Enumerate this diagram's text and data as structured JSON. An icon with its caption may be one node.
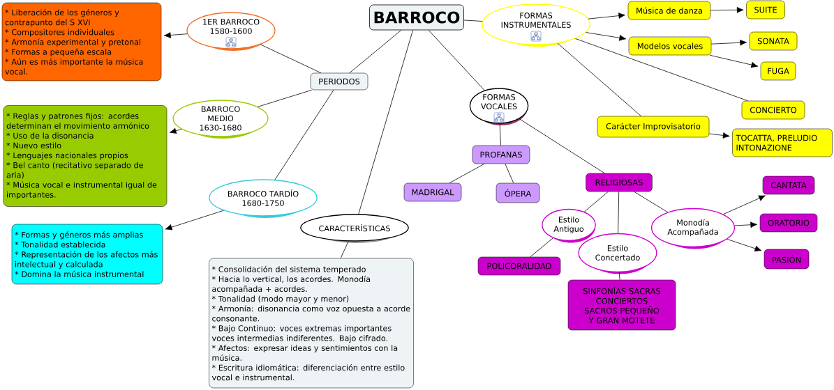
{
  "diagram": {
    "nodes": [
      {
        "text": [
          "BARROCO"
        ]
      },
      {
        "text": [
          "PERIODOS"
        ]
      },
      {
        "text": [
          "1ER BARROCO 1580-1600"
        ]
      },
      {
        "text": [
          "* Liberación de los géneros y contrapunto del S XVI",
          "* Compositores individuales",
          "* Armonía experimental y pretonal",
          "* Formas a pequeña escala",
          "* Aún es más importante la música vocal."
        ]
      },
      {
        "text": [
          "BARROCO MEDIO 1630-1680"
        ]
      },
      {
        "text": [
          "* Reglas y patrones fijos: acordes determinan el movimiento armónico",
          "* Uso de la disonancia",
          "* Nuevo estilo",
          "* Lenguajes nacionales propios",
          "* Bel canto (recitativo separado de aria)",
          "* Música vocal e instrumental igual de importantes."
        ]
      },
      {
        "text": [
          "BARROCO TARDÍO 1680-1750"
        ]
      },
      {
        "text": [
          "* Formas y géneros más amplias",
          "* Tonalidad establecida",
          "* Representación de los afectos más intelectual y calculada",
          "* Domina la música instrumental"
        ]
      },
      {
        "text": [
          "CARACTERÍSTICAS"
        ]
      },
      {
        "text": [
          "* Consolidación del sistema temperado",
          "* Hacia lo vertical, los acordes. Monodía acompañada + acordes.",
          "* Tonalidad (modo mayor y menor)",
          "* Armonía: disonancia como voz opuesta a acorde consonante.",
          "* Bajo Continuo: voces extremas importantes voces intermedias indiferentes. Bajo cifrado.",
          "* Afectos: expresar ideas y sentimientos con la música.",
          "* Escritura idiomática: diferenciación entre estilo vocal e instrumental."
        ]
      },
      {
        "text": [
          "FORMAS INSTRUMENTALES"
        ]
      },
      {
        "text": [
          "Música de danza"
        ]
      },
      {
        "text": [
          "SUITE"
        ]
      },
      {
        "text": [
          "Modelos vocales"
        ]
      },
      {
        "text": [
          "SONATA"
        ]
      },
      {
        "text": [
          "FUGA"
        ]
      },
      {
        "text": [
          "CONCIERTO"
        ]
      },
      {
        "text": [
          "Carácter Improvisatorio"
        ]
      },
      {
        "text": [
          "TOCATTA, PRELUDIO INTONAZIONE"
        ]
      },
      {
        "text": [
          "FORMAS VOCALES"
        ]
      },
      {
        "text": [
          "PROFANAS"
        ]
      },
      {
        "text": [
          "MADRIGAL"
        ]
      },
      {
        "text": [
          "ÓPERA"
        ]
      },
      {
        "text": [
          "RELIGIOSAS"
        ]
      },
      {
        "text": [
          "Estilo Antiguo"
        ]
      },
      {
        "text": [
          "POLICORALIDAD"
        ]
      },
      {
        "text": [
          "Estilo Concertado"
        ]
      },
      {
        "text": [
          "SINFONÍAS SACRAS CONCIERTOS SACROS PEQUEÑO Y GRAN MOTETE"
        ]
      },
      {
        "text": [
          "Monodía Acompañada"
        ]
      },
      {
        "text": [
          "CANTATA"
        ]
      },
      {
        "text": [
          "ORATORIO"
        ]
      },
      {
        "text": [
          "PASIÓN"
        ]
      }
    ],
    "edges": [
      {
        "from": 0,
        "to": 1,
        "arrow": "none"
      },
      {
        "from": 1,
        "to": 2,
        "arrow": "none"
      },
      {
        "from": 2,
        "to": 3,
        "arrow": "to"
      },
      {
        "from": 1,
        "to": 4,
        "arrow": "none"
      },
      {
        "from": 4,
        "to": 5,
        "arrow": "to"
      },
      {
        "from": 1,
        "to": 6,
        "arrow": "none"
      },
      {
        "from": 6,
        "to": 7,
        "arrow": "to"
      },
      {
        "from": 0,
        "to": 8,
        "arrow": "none"
      },
      {
        "from": 8,
        "to": 9,
        "arrow": "none"
      },
      {
        "from": 0,
        "to": 10,
        "arrow": "none"
      },
      {
        "from": 10,
        "to": 11,
        "arrow": "to"
      },
      {
        "from": 11,
        "to": 12,
        "arrow": "to"
      },
      {
        "from": 10,
        "to": 13,
        "arrow": "to"
      },
      {
        "from": 13,
        "to": 14,
        "arrow": "to"
      },
      {
        "from": 13,
        "to": 15,
        "arrow": "to"
      },
      {
        "from": 10,
        "to": 16,
        "arrow": "none"
      },
      {
        "from": 10,
        "to": 17,
        "arrow": "none"
      },
      {
        "from": 17,
        "to": 18,
        "arrow": "to"
      },
      {
        "from": 0,
        "to": 19,
        "arrow": "none"
      },
      {
        "from": 19,
        "to": 20,
        "arrow": "none"
      },
      {
        "from": 20,
        "to": 21,
        "arrow": "none"
      },
      {
        "from": 20,
        "to": 22,
        "arrow": "none"
      },
      {
        "from": 19,
        "to": 23,
        "arrow": "none"
      },
      {
        "from": 23,
        "to": 24,
        "arrow": "none"
      },
      {
        "from": 23,
        "to": 26,
        "arrow": "none"
      },
      {
        "from": 23,
        "to": 28,
        "arrow": "none"
      },
      {
        "from": 24,
        "to": 25,
        "arrow": "none"
      },
      {
        "from": 26,
        "to": 27,
        "arrow": "none"
      },
      {
        "from": 28,
        "to": 29,
        "arrow": "to"
      },
      {
        "from": 28,
        "to": 30,
        "arrow": "to"
      },
      {
        "from": 28,
        "to": 31,
        "arrow": "to"
      }
    ]
  }
}
